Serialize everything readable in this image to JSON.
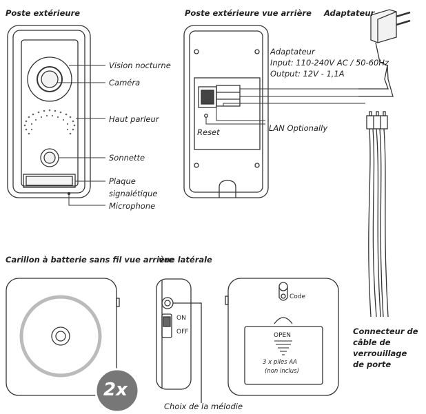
{
  "headings": {
    "front": "Poste extérieure",
    "back": "Poste extérieure vue arrière",
    "adapter": "Adaptateur",
    "chime": "Carillon à batterie sans fil vue arrière",
    "chime_side": "vue latérale"
  },
  "front_labels": {
    "night_vision": "Vision nocturne",
    "camera": "Caméra",
    "speaker": "Haut parleur",
    "bell": "Sonnette",
    "nameplate_1": "Plaque",
    "nameplate_2": "signalétique",
    "microphone": "Microphone"
  },
  "back_labels": {
    "adapter_title": "Adaptateur",
    "input": "Input: 110-240V AC / 50-60Hz",
    "output": "Output: 12V - 1,1A",
    "reset": "Reset",
    "lan": "LAN Optionally"
  },
  "connector": {
    "line1": "Connecteur de",
    "line2": "câble de",
    "line3": "verrouillage",
    "line4": "de porte"
  },
  "chime_labels": {
    "badge": "2x",
    "on": "ON",
    "off": "OFF",
    "melody": "Choix de la mélodie",
    "code": "Code",
    "open": "OPEN",
    "batteries": "3 x piles AA",
    "not_included": "(non inclus)"
  }
}
